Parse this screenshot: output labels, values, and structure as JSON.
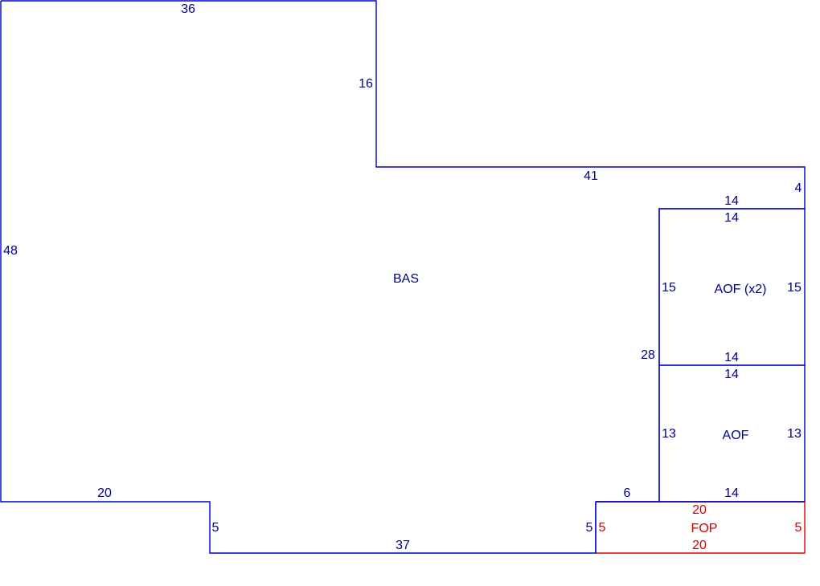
{
  "areas": {
    "bas": "BAS",
    "aof_x2": "AOF (x2)",
    "aof": "AOF",
    "fop": "FOP"
  },
  "dimensions": {
    "bas_top": "36",
    "bas_notch_right": "16",
    "bas_mid_top": "41",
    "bas_right_top": "4",
    "bas_left": "48",
    "bas_bottom_left": "20",
    "bas_step": "5",
    "bas_bottom": "37",
    "bas_bottom_right": "5",
    "bas_right": "28",
    "bas_fop_top": "6",
    "aof_x2_top_outer": "14",
    "aof_x2_top_inner": "14",
    "aof_x2_left": "15",
    "aof_x2_right": "15",
    "aof_x2_bottom": "14",
    "aof_top": "14",
    "aof_left": "13",
    "aof_right": "13",
    "aof_bottom": "14",
    "fop_top": "20",
    "fop_left": "5",
    "fop_right": "5",
    "fop_bottom": "20"
  },
  "colors": {
    "main_line": "#0000cc",
    "main_text": "#00008b",
    "porch_line": "#e00000",
    "porch_text": "#d40000"
  }
}
